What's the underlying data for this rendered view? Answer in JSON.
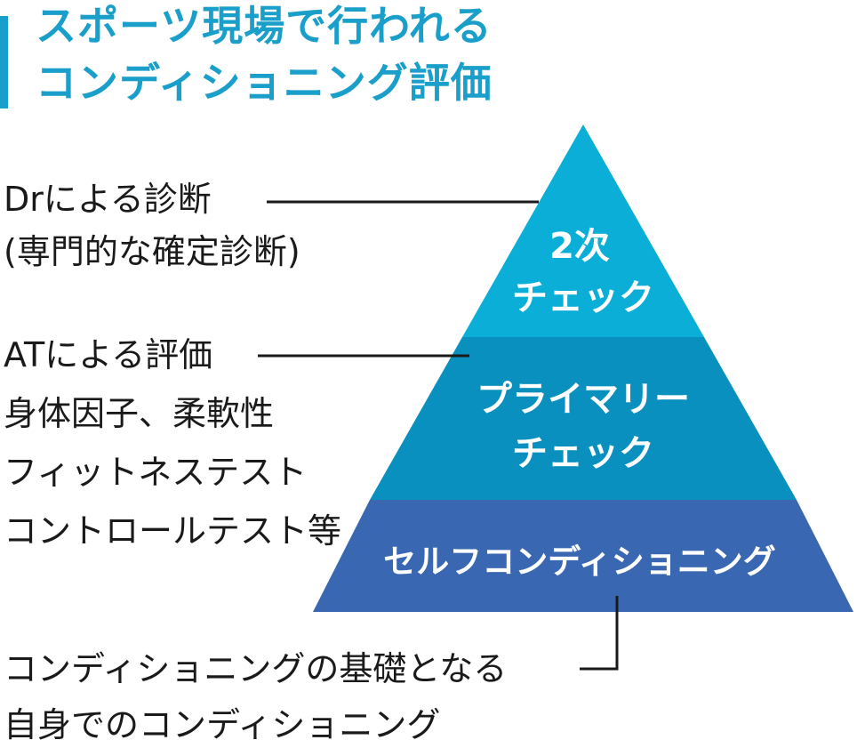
{
  "title": {
    "line1": "スポーツ現場で行われる",
    "line2": "コンディショニング評価"
  },
  "pyramid": {
    "top": {
      "line1": "2次",
      "line2": "チェック",
      "color": "#0aaed6"
    },
    "middle": {
      "line1": "プライマリー",
      "line2": "チェック",
      "color": "#0a90be"
    },
    "bottom": {
      "line1": "セルフコンディショニング",
      "color": "#3a67b1"
    }
  },
  "labels": {
    "dr": {
      "line1": "Drによる診断",
      "line2": "(専門的な確定診断)"
    },
    "at": {
      "line1": "ATによる評価",
      "line2": "身体因子、柔軟性",
      "line3": "フィットネステスト",
      "line4": "コントロールテスト等"
    },
    "self": {
      "line1": "コンディショニングの基礎となる",
      "line2": "自身でのコンディショニング"
    }
  }
}
